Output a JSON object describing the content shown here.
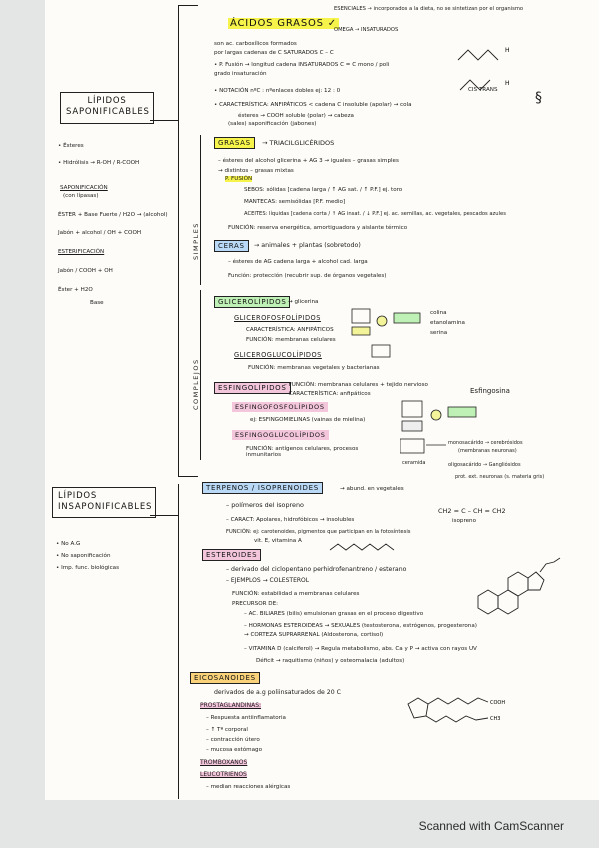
{
  "footer": "Scanned with CamScanner",
  "sap": {
    "title1": "LÍPIDOS",
    "title2": "SAPONIFICABLES",
    "lines": [
      "• Ésteres",
      "• Hidrólisis → R-OH / R-COOH",
      "SAPONIFICACIÓN",
      "(con lípasas)",
      "ÉSTER + Base Fuerte / H2O → (alcohol)",
      "Jabón + alcohol / OH + COOH",
      "ESTERIFICACIÓN",
      "Jabón / COOH + OH",
      "Éster + H2O",
      "Base"
    ],
    "side_simple": "SIMPLES",
    "side_complex": "COMPLEJOS"
  },
  "insap": {
    "title1": "LÍPIDOS",
    "title2": "INSAPONIFICABLES",
    "lines": [
      "• No A.G",
      "• No saponificación",
      "• Imp. func. biológicas"
    ]
  },
  "acidos": {
    "title": "ÁCIDOS GRASOS ✓",
    "branch1": "ESENCIALES → incorporados a la dieta, no se sintetizan por el organismo",
    "branch2": "OMEGA → INSATURADOS",
    "lines": [
      "son ac. carboxílicos formados",
      "por largas cadenas de C     SATURADOS  C – C",
      "• P. Fusión → longitud cadena   INSATURADOS  C = C   mono / poli",
      "              grado insaturación",
      "• NOTACIÓN      nºC : nºenlaces dobles   ej: 12 : 0",
      "• CARACTERÍSTICA: ANFIPÁTICOS < cadena C insoluble (apolar) → cola",
      "      ésteres → COOH soluble (polar) → cabeza",
      "   (sales)   saponificación (jabones)"
    ],
    "cistrans": "CIS        TRANS"
  },
  "grasas": {
    "title": "GRASAS",
    "sub": "→ TRIACILGLICÉRIDOS",
    "lines": [
      "– ésteres del alcohol glicerina + AG  3 → iguales – grasas simples",
      "                                                  → distintos – grasas mixtas",
      "P. FUSIÓN",
      "SEBOS: sólidas [cadena larga / ↑ AG sat. / ↑ P.F.] ej. toro",
      "MANTECAS: semisólidas [P.F. medio]",
      "ACEITES: líquidas [cadena corta / ↑ AG insat. / ↓ P.F.] ej. ac. semillas, ac. vegetales, pescados azules",
      "FUNCIÓN: reserva energética, amortiguadora y aislante térmico"
    ]
  },
  "ceras": {
    "title": "CERAS",
    "sub": "→ animales + plantas (sobretodo)",
    "lines": [
      "– ésteres de AG cadena larga + alcohol cad. larga",
      "Función: protección (recubrir sup. de órganos vegetales)"
    ]
  },
  "glicero": {
    "title": "GLICEROLÍPIDOS",
    "sub": "→ glicerina",
    "gf": "GLICEROFOSFOLÍPIDOS",
    "gf_lines": [
      "CARACTERÍSTICA: ANFIPÁTICOS",
      "FUNCIÓN: membranas celulares"
    ],
    "gg": "GLICEROGLUCOLÍPIDOS",
    "gg_lines": [
      "FUNCIÓN: membranas vegetales y bacterianas"
    ],
    "right": [
      "colina",
      "etanolamina",
      "serina"
    ]
  },
  "esfingo": {
    "title": "ESFINGOLÍPIDOS",
    "sub": [
      "– FUNCIÓN: membranas celulares + tejido nervioso",
      "– CARACTERÍSTICA: anfipáticos"
    ],
    "ef": "ESFINGOFOSFOLÍPIDOS",
    "ef_lines": [
      "ej: ESFINGOMIELINAS (vainas de mielina)"
    ],
    "eg": "ESFINGOGLUCOLÍPIDOS",
    "eg_lines": [
      "FUNCIÓN: antígenos celulares, procesos inmunitarios"
    ],
    "right_title": "Esfingosina",
    "right": [
      "monosacárido → cerebrósidos",
      "(membranas neuronas)",
      "oligosacárido → Gangliósidos",
      "prot. ext. neuronas (s. materia gris)",
      "ceramida"
    ]
  },
  "terpenos": {
    "title": "TERPENOS / ISOPRENOIDES",
    "sub": "→ abund. en vegetales",
    "lines": [
      "– polímeros del isopreno",
      "– CARACT: Apolares, hidrofóbicos → insolubles",
      "FUNCIÓN: ej: carotenoides, pigmentos que participan en la fotosíntesis",
      "vit. E, vitamina A"
    ],
    "formula": "CH2 = C – CH = CH2",
    "formula2": "isopreno"
  },
  "esteroides": {
    "title": "ESTEROIDES",
    "lines": [
      "– derivado del ciclopentano perhidrofenantreno / esterano",
      "– EJEMPLOS → COLESTEROL",
      "FUNCIÓN: estabilidad a membranas celulares",
      "PRECURSOR DE:",
      "– AC. BILIARES (bilis) emulsionan grasas en el proceso digestivo",
      "– HORMONAS ESTEROIDEAS → SEXUALES (testosterona, estrógenos, progesterona)",
      "                     → CORTEZA SUPRARRENAL (Aldosterona, cortisol)",
      "– VITAMINA D (calciferol) → Regula metabolismo, abs. Ca y P → activa con rayos UV",
      "   Déficit → raquitismo (niños) y osteomalacia (adultos)"
    ]
  },
  "eicos": {
    "title": "EICOSANOIDES",
    "lines": [
      "derivados de a.g poliinsaturados de 20 C"
    ],
    "pg": "PROSTAGLANDINAS:",
    "pg_lines": [
      "– Respuesta antiinflamatoria",
      "– ↑ Tª corporal",
      "– contracción útero",
      "– mucosa estómago"
    ],
    "tx": "TROMBOXANOS",
    "lt": "LEUCOTRIENOS",
    "lt_lines": [
      "– median reacciones alérgicas"
    ]
  }
}
